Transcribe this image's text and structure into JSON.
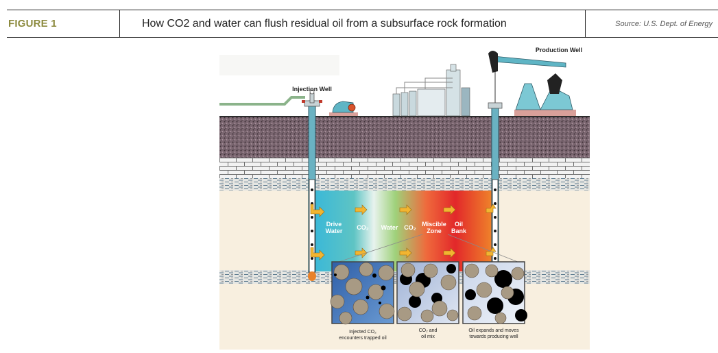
{
  "header": {
    "figure_label": "FIGURE 1",
    "title": "How CO2 and water can flush residual oil from a subsurface rock formation",
    "source": "Source: U.S. Dept. of Energy"
  },
  "diagram": {
    "wells": {
      "injection": "Injection Well",
      "production": "Production Well"
    },
    "zones": [
      {
        "line1": "Drive",
        "line2": "Water"
      },
      {
        "line1": "CO₂",
        "line2": ""
      },
      {
        "line1": "Water",
        "line2": ""
      },
      {
        "line1": "CO₂",
        "line2": ""
      },
      {
        "line1": "Miscible",
        "line2": "Zone"
      },
      {
        "line1": "Oil",
        "line2": "Bank"
      }
    ],
    "panels": [
      {
        "line1": "Injected CO₂",
        "line2": "encounters trapped oil"
      },
      {
        "line1": "CO₂ and",
        "line2": "oil mix"
      },
      {
        "line1": "Oil expands and moves",
        "line2": "towards producing well"
      }
    ],
    "colors": {
      "accent": "#8c8a3e",
      "arrow": "#f2b531",
      "soil": "#6e5a62",
      "reservoir_start": "#3ab8d8",
      "reservoir_end": "#f08a2a"
    }
  }
}
